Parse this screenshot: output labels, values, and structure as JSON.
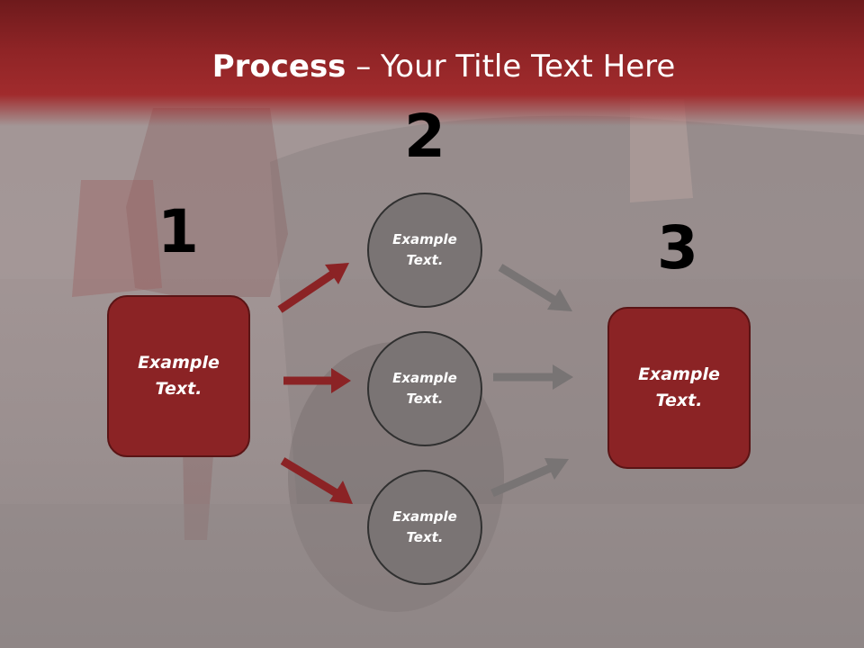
{
  "title": {
    "bold": "Process",
    "rest": " – Your Title Text Here"
  },
  "steps": [
    {
      "number": "1",
      "text": "Example Text."
    },
    {
      "number": "2"
    },
    {
      "number": "3",
      "text": "Example Text."
    }
  ],
  "circles": [
    {
      "text": "Example Text."
    },
    {
      "text": "Example Text."
    },
    {
      "text": "Example Text."
    }
  ],
  "colors": {
    "accent_red": "#8b2325",
    "title_bar": "#8f2426",
    "circle_gray": "#7a7474",
    "arrow_red": "#8b2325",
    "arrow_gray": "#787474"
  }
}
